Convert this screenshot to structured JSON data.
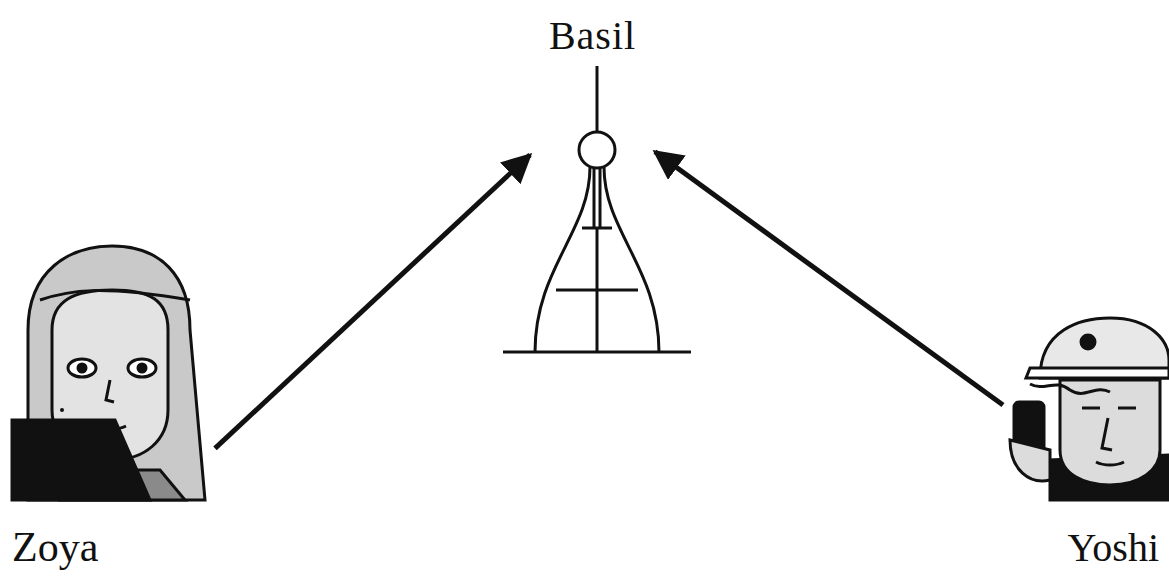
{
  "diagram": {
    "nodes": [
      {
        "text": [
          "Basil"
        ]
      },
      {
        "text": [
          "Zoya"
        ]
      },
      {
        "text": [
          "Yoshi"
        ]
      }
    ],
    "edges": [
      {
        "from": 1,
        "to": 0,
        "arrow": "to"
      },
      {
        "from": 2,
        "to": 0,
        "arrow": "to"
      }
    ]
  }
}
